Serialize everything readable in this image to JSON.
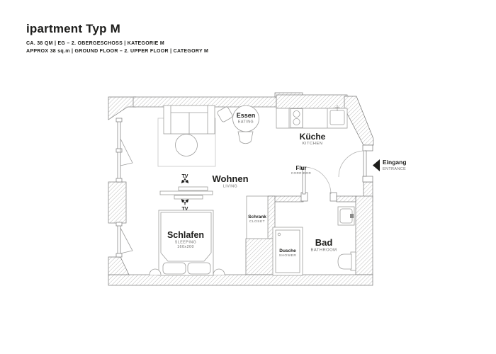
{
  "header": {
    "title": "ipartment Typ M",
    "subtitle_de": "CA. 38 QM | EG – 2. OBERGESCHOSS | KATEGORIE M",
    "subtitle_en": "APPROX 38 sq.m | GROUND FLOOR – 2. UPPER FLOOR | CATEGORY M"
  },
  "plan": {
    "rooms": {
      "wohnen": {
        "de": "Wohnen",
        "en": "LIVING"
      },
      "essen": {
        "de": "Essen",
        "en": "EATING"
      },
      "kueche": {
        "de": "Küche",
        "en": "KITCHEN"
      },
      "flur": {
        "de": "Flur",
        "en": "CORRIDOR"
      },
      "schlafen": {
        "de": "Schlafen",
        "en": "SLEEPING",
        "bed_size": "160x200"
      },
      "schrank": {
        "de": "Schrank",
        "en": "CLOSET"
      },
      "dusche": {
        "de": "Dusche",
        "en": "SHOWER"
      },
      "bad": {
        "de": "Bad",
        "en": "BATHROOM"
      },
      "eingang": {
        "de": "Eingang",
        "en": "ENTRANCE"
      }
    },
    "tv_label": "TV",
    "colors": {
      "text": "#1d1d1b",
      "sublabel": "#6b6b6a",
      "wall_outline": "#7a7a79",
      "hatch_line": "#b7b7b6",
      "furniture_line": "#9d9d9c",
      "arrow": "#1d1d1b"
    }
  }
}
